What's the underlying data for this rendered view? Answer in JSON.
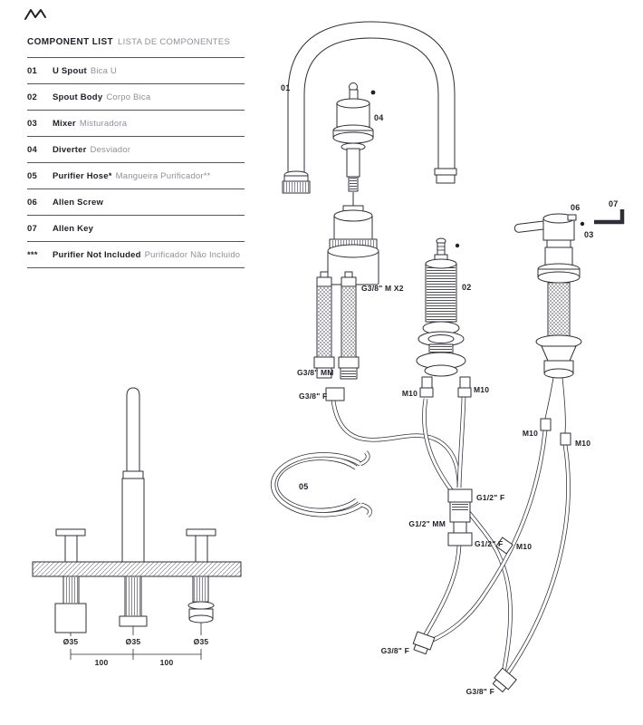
{
  "icons": {
    "brand_mark": "zigzag-logo"
  },
  "component_list": {
    "title_en": "COMPONENT LIST",
    "title_pt": "LISTA DE COMPONENTES",
    "items": [
      {
        "num": "01",
        "en": "U Spout",
        "pt": "Bica U"
      },
      {
        "num": "02",
        "en": "Spout Body",
        "pt": "Corpo Bica"
      },
      {
        "num": "03",
        "en": "Mixer",
        "pt": "Misturadora"
      },
      {
        "num": "04",
        "en": "Diverter",
        "pt": "Desviador"
      },
      {
        "num": "05",
        "en": "Purifier Hose*",
        "pt": "Mangueira Purificador**"
      },
      {
        "num": "06",
        "en": "Allen Screw",
        "pt": ""
      },
      {
        "num": "07",
        "en": "Allen Key",
        "pt": ""
      },
      {
        "num": "***",
        "en": "Purifier Not Included",
        "pt": "Purificador Não Incluido"
      }
    ]
  },
  "diagram": {
    "callouts": {
      "c01": "01",
      "c02": "02",
      "c03": "03",
      "c04": "04",
      "c05": "05",
      "c06": "06",
      "c07": "07"
    },
    "labels": {
      "g38_mx2": "G3/8\" M X2",
      "g38_mm": "G3/8\" MM",
      "g38_f": "G3/8\" F",
      "m10_left": "M10",
      "m10_right": "M10",
      "m10_mixer_left": "M10",
      "m10_mixer_right": "M10",
      "m10_mid": "M10",
      "g12_f_top": "G1/2\" F",
      "g12_mm": "G1/2\" MM",
      "g12_f_bot": "G1/2\" F",
      "g38_f_bottom1": "G3/8\" F",
      "g38_f_bottom2": "G3/8\" F"
    }
  },
  "installation": {
    "hole_1": "Ø35",
    "hole_2": "Ø35",
    "hole_3": "Ø35",
    "dim_1": "100",
    "dim_2": "100"
  }
}
